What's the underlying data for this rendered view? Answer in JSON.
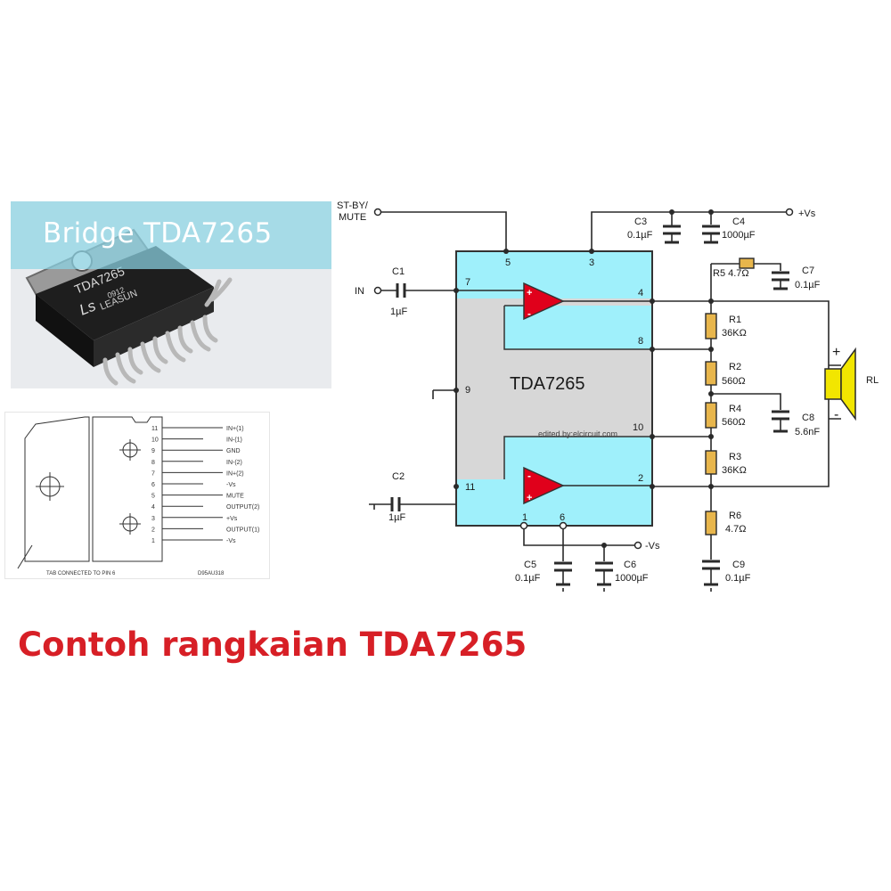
{
  "photo": {
    "banner_title": "Bridge TDA7265",
    "chip_marking": "TDA7265",
    "chip_code": "0912",
    "chip_brand": "LEASUN",
    "chip_logo": "Ls"
  },
  "pinout": {
    "pin_numbers": [
      "11",
      "10",
      "9",
      "8",
      "7",
      "6",
      "5",
      "4",
      "3",
      "2",
      "1"
    ],
    "pin_labels": [
      "IN+(1)",
      "IN-(1)",
      "GND",
      "IN-(2)",
      "IN+(2)",
      "-Vs",
      "MUTE",
      "OUTPUT(2)",
      "+Vs",
      "OUTPUT(1)",
      "-Vs"
    ],
    "tab_note": "TAB CONNECTED TO PIN 6",
    "code": "D95AU318"
  },
  "schematic": {
    "chip_name": "TDA7265",
    "pins": {
      "p5": "5",
      "p3": "3",
      "p7": "7",
      "p4": "4",
      "p8": "8",
      "p9": "9",
      "p10": "10",
      "p11": "11",
      "p2": "2",
      "p1": "1",
      "p6": "6"
    },
    "labels": {
      "stby": "ST-BY/",
      "mute": "MUTE",
      "in": "IN",
      "vs_pos": "+Vs",
      "vs_neg": "-Vs",
      "rl": "RL",
      "plus": "+",
      "minus": "-",
      "edited": "edited by:elcircuit.com"
    },
    "components": {
      "c1": {
        "name": "C1",
        "value": "1µF"
      },
      "c2": {
        "name": "C2",
        "value": "1µF"
      },
      "c3": {
        "name": "C3",
        "value": "0.1µF"
      },
      "c4": {
        "name": "C4",
        "value": "1000µF"
      },
      "c5": {
        "name": "C5",
        "value": "0.1µF"
      },
      "c6": {
        "name": "C6",
        "value": "1000µF"
      },
      "c7": {
        "name": "C7",
        "value": "0.1µF"
      },
      "c8": {
        "name": "C8",
        "value": "5.6nF"
      },
      "c9": {
        "name": "C9",
        "value": "0.1µF"
      },
      "r1": {
        "name": "R1",
        "value": "36KΩ"
      },
      "r2": {
        "name": "R2",
        "value": "560Ω"
      },
      "r3": {
        "name": "R3",
        "value": "36KΩ"
      },
      "r4": {
        "name": "R4",
        "value": "560Ω"
      },
      "r5": {
        "name": "R5 4.7Ω"
      },
      "r6": {
        "name": "R6",
        "value": "4.7Ω"
      }
    }
  },
  "caption": "Contoh rangkaian TDA7265",
  "colors": {
    "chip_fill": "#d7d7d7",
    "chip_accent": "#9ff0fb",
    "amp_red": "#e0001b",
    "resistor": "#e8b64c",
    "caption_red": "#d71f26",
    "wire": "#2a2a2a"
  }
}
